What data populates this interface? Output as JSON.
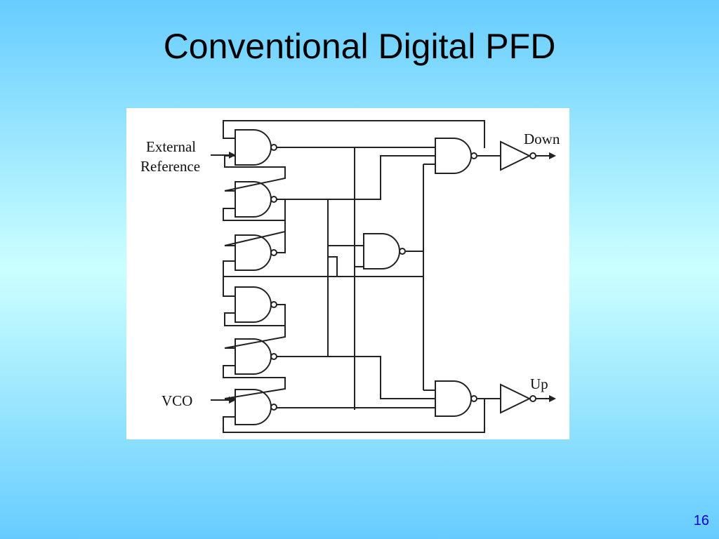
{
  "slide": {
    "title": "Conventional Digital PFD",
    "page_number": "16"
  },
  "diagram": {
    "labels": {
      "input_reference_line1": "External",
      "input_reference_line2": "Reference",
      "input_vco": "VCO",
      "output_down": "Down",
      "output_up": "Up"
    },
    "icons": {
      "gate": "nand-gate-icon",
      "buffer": "inverter-icon"
    }
  }
}
